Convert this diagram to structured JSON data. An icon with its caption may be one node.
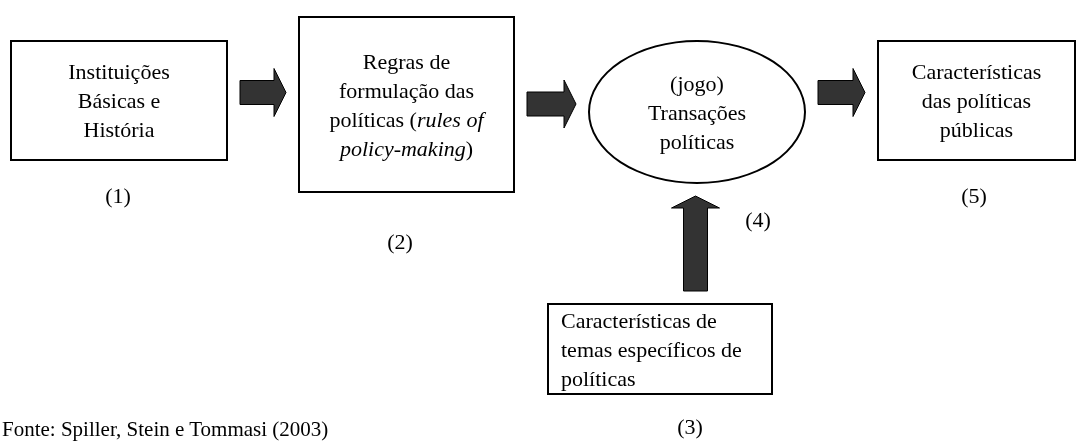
{
  "diagram": {
    "caption": "Fonte: Spiller, Stein e Tommasi (2003)",
    "nodes": [
      {
        "text": [
          "Instituições Básicas e História"
        ],
        "beside": [
          "(1)"
        ]
      },
      {
        "text": [
          "Regras de formulação das políticas (*rules of policy-making*)"
        ],
        "beside": [
          "(2)"
        ]
      },
      {
        "text": [
          "(jogo) Transações políticas"
        ],
        "beside": [
          "(4)"
        ]
      },
      {
        "text": [
          "Características das políticas públicas"
        ],
        "beside": [
          "(5)"
        ]
      },
      {
        "text": [
          "Características de temas específicos de políticas"
        ],
        "beside": [
          "(3)"
        ]
      }
    ],
    "edges": [
      {
        "from": 0,
        "to": 1,
        "arrow": "to"
      },
      {
        "from": 1,
        "to": 2,
        "arrow": "to"
      },
      {
        "from": 2,
        "to": 3,
        "arrow": "to"
      },
      {
        "from": 4,
        "to": 2,
        "arrow": "to"
      }
    ]
  }
}
